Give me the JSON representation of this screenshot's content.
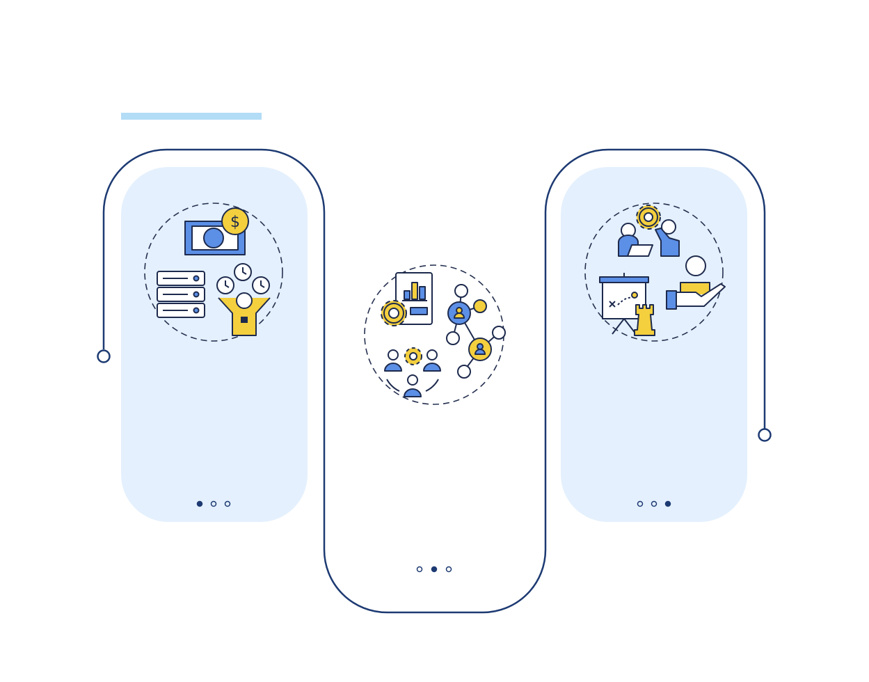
{
  "colors": {
    "outline": "#1d3a72",
    "card_fill": "#e4f0fd",
    "header_bar": "#b3dcf6",
    "icon_blue": "#5c8fe6",
    "icon_yellow": "#f4cf3e",
    "icon_line": "#1d2a4d",
    "dash": "#25304f"
  },
  "cards": [
    {
      "name": "card-left",
      "icon": "finance-time-resources-icon",
      "active_dot": 0
    },
    {
      "name": "card-middle",
      "icon": "team-network-analytics-icon",
      "active_dot": 1
    },
    {
      "name": "card-right",
      "icon": "strategy-collaboration-icon",
      "active_dot": 2
    }
  ]
}
